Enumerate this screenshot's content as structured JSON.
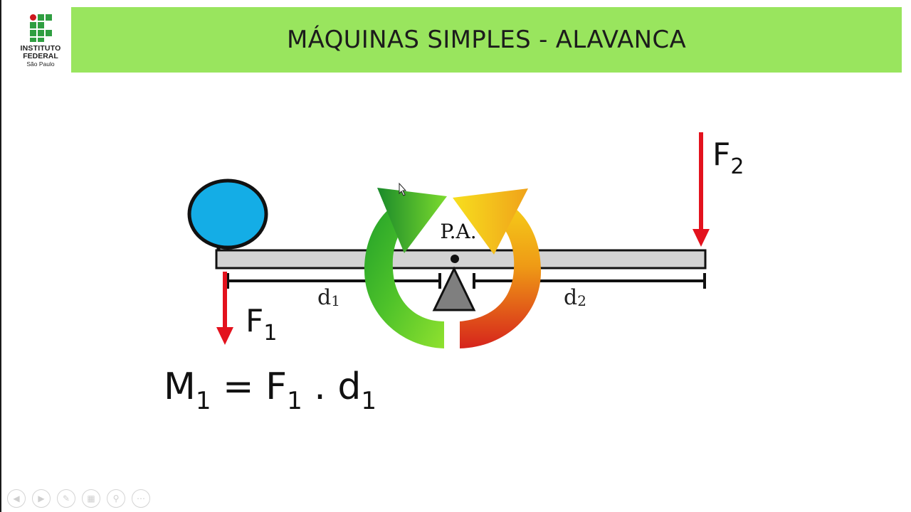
{
  "logo": {
    "line1": "INSTITUTO",
    "line2": "FEDERAL",
    "line3": "São Paulo"
  },
  "title": "MÁQUINAS SIMPLES - ALAVANCA",
  "diagram": {
    "pivot_label": "P.A.",
    "force_left": {
      "symbol": "F",
      "subscript": "1"
    },
    "force_right": {
      "symbol": "F",
      "subscript": "2"
    },
    "distance_left": {
      "symbol": "d",
      "subscript": "1"
    },
    "distance_right": {
      "symbol": "d",
      "subscript": "2"
    }
  },
  "formula": {
    "m": "M",
    "m_sub": "1",
    "eq": " = ",
    "f": "F",
    "f_sub": "1",
    "dot": " . ",
    "d": "d",
    "d_sub": "1"
  },
  "colors": {
    "title_bar": "#99e55e",
    "ball": "#14ade6",
    "force_arrow": "#e3121d",
    "lever": "#d3d3d3",
    "fulcrum": "#7f7f7f"
  },
  "controls": [
    "previous-icon",
    "next-icon",
    "pen-icon",
    "slides-icon",
    "zoom-icon",
    "more-icon"
  ]
}
